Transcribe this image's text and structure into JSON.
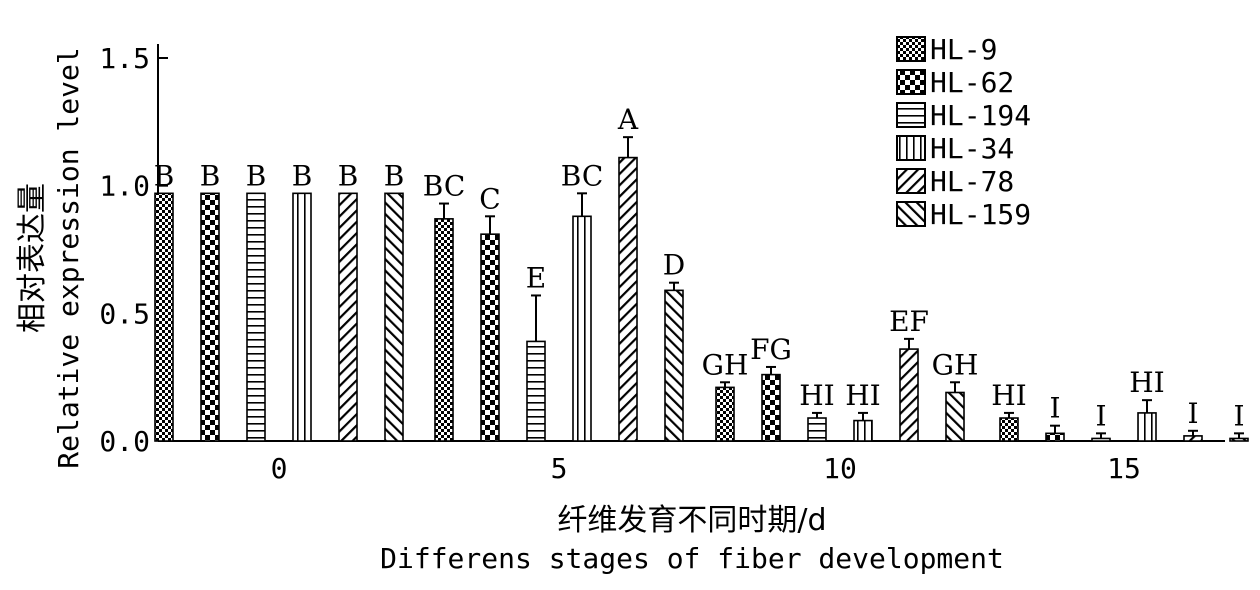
{
  "chart_data": {
    "type": "bar",
    "categories": [
      "0",
      "5",
      "10",
      "15"
    ],
    "xlabel_cn": "纤维发育不同时期/d",
    "xlabel": "Differens stages of fiber development",
    "ylabel_cn": "相对表达量",
    "ylabel": "Relative expression level",
    "ylim": [
      0,
      1.5
    ],
    "yticks": [
      "0.0",
      "0.5",
      "1.0",
      "1.5"
    ],
    "legend_position": "top-right",
    "grid": false,
    "series": [
      {
        "name": "HL-9",
        "pattern": "checker-small",
        "values": [
          0.97,
          0.87,
          0.21,
          0.09
        ],
        "errors": [
          0,
          0.06,
          0.02,
          0.02
        ],
        "labels": [
          "B",
          "BC",
          "GH",
          "HI"
        ]
      },
      {
        "name": "HL-62",
        "pattern": "checker-large",
        "values": [
          0.97,
          0.81,
          0.26,
          0.03
        ],
        "errors": [
          0,
          0.07,
          0.03,
          0.03
        ],
        "labels": [
          "B",
          "C",
          "FG",
          "I"
        ]
      },
      {
        "name": "HL-194",
        "pattern": "horizontal",
        "values": [
          0.97,
          0.39,
          0.09,
          0.01
        ],
        "errors": [
          0,
          0.18,
          0.02,
          0.02
        ],
        "labels": [
          "B",
          "E",
          "HI",
          "I"
        ]
      },
      {
        "name": "HL-34",
        "pattern": "vertical",
        "values": [
          0.97,
          0.88,
          0.08,
          0.11
        ],
        "errors": [
          0,
          0.09,
          0.03,
          0.05
        ],
        "labels": [
          "B",
          "BC",
          "HI",
          "HI"
        ]
      },
      {
        "name": "HL-78",
        "pattern": "diag-up",
        "values": [
          0.97,
          1.11,
          0.36,
          0.02
        ],
        "errors": [
          0,
          0.08,
          0.04,
          0.02
        ],
        "labels": [
          "B",
          "A",
          "EF",
          "I"
        ]
      },
      {
        "name": "HL-159",
        "pattern": "diag-down",
        "values": [
          0.97,
          0.59,
          0.19,
          0.01
        ],
        "errors": [
          0,
          0.03,
          0.04,
          0.02
        ],
        "labels": [
          "B",
          "D",
          "GH",
          "I"
        ]
      }
    ]
  }
}
